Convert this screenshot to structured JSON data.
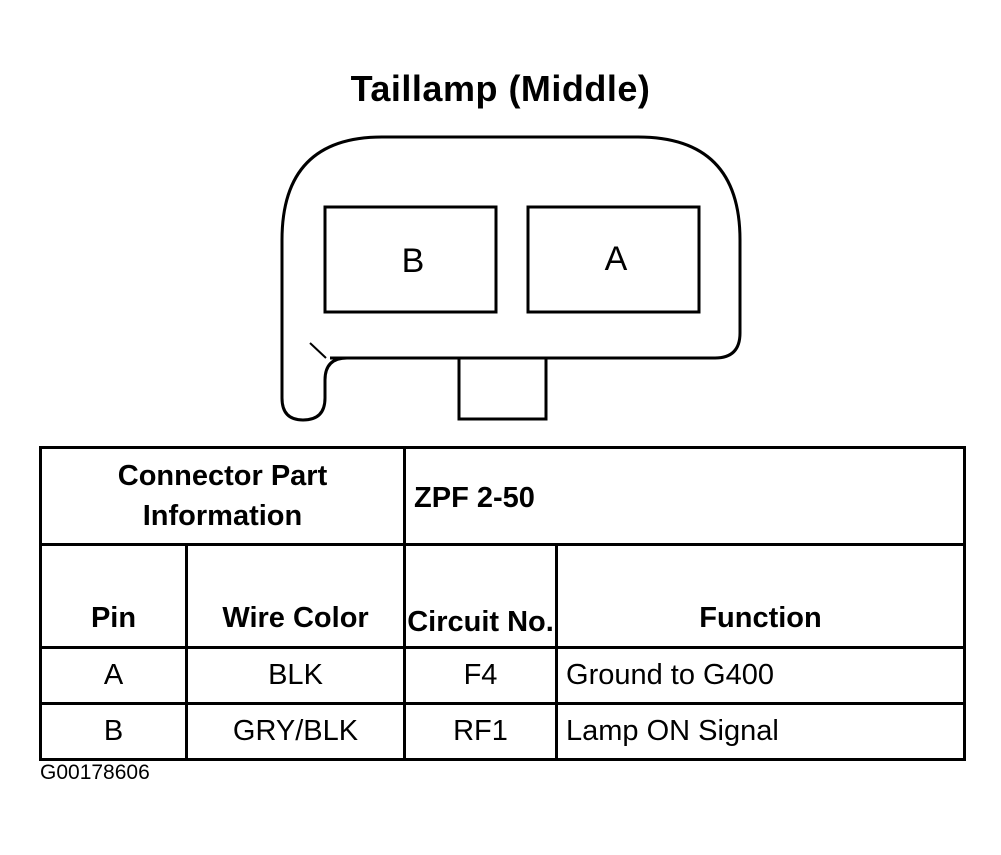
{
  "title": "Taillamp (Middle)",
  "connector": {
    "pins": [
      "B",
      "A"
    ]
  },
  "table": {
    "part_info_label": "Connector Part Information",
    "part_number": "ZPF 2-50",
    "headers": {
      "pin": "Pin",
      "wire_color": "Wire Color",
      "circuit": "Circuit No.",
      "function": "Function"
    },
    "rows": [
      {
        "pin": "A",
        "wire_color": "BLK",
        "circuit": "F4",
        "function": "Ground to G400"
      },
      {
        "pin": "B",
        "wire_color": "GRY/BLK",
        "circuit": "RF1",
        "function": "Lamp ON Signal"
      }
    ]
  },
  "figure_id": "G00178606"
}
